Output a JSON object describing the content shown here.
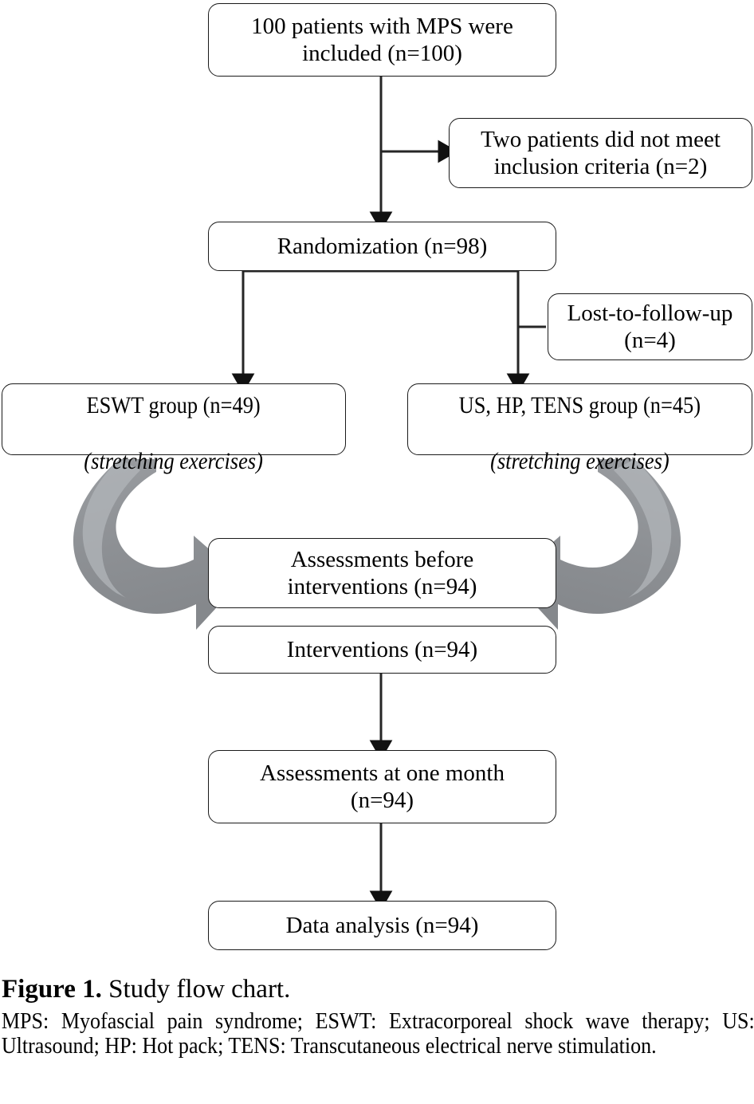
{
  "figure": {
    "caption_label": "Figure 1.",
    "caption_text": " Study flow chart.",
    "footnote": "MPS: Myofascial pain syndrome; ESWT: Extracorporeal shock wave therapy; US: Ultrasound; HP: Hot pack; TENS: Transcutaneous electrical nerve stimulation."
  },
  "colors": {
    "box_border": "#1a1a1a",
    "background": "#ffffff",
    "curved_arrow": "#8f9296",
    "curved_arrow_shadow": "#a8abaf",
    "connector": "#262626"
  },
  "chart_data": {
    "type": "diagram",
    "title": "Study flow chart",
    "nodes": [
      {
        "id": "included",
        "label": "100 patients with MPS were\nincluded (n=100)",
        "n": 100
      },
      {
        "id": "excluded",
        "label": "Two patients did not meet\ninclusion criteria (n=2)",
        "n": 2
      },
      {
        "id": "randomization",
        "label": "Randomization (n=98)",
        "n": 98
      },
      {
        "id": "lost",
        "label": "Lost-to-follow-up\n(n=4)",
        "n": 4
      },
      {
        "id": "eswt",
        "label": "ESWT group (n=49)",
        "sublabel": "(stretching exercises)",
        "n": 49
      },
      {
        "id": "ushptens",
        "label": "US, HP, TENS group (n=45)",
        "sublabel": "(stretching exercises)",
        "n": 45
      },
      {
        "id": "assess_before",
        "label": "Assessments before\ninterventions (n=94)",
        "n": 94
      },
      {
        "id": "interventions",
        "label": "Interventions (n=94)",
        "n": 94
      },
      {
        "id": "assess_month",
        "label": "Assessments at one month\n(n=94)",
        "n": 94
      },
      {
        "id": "data_analysis",
        "label": "Data analysis (n=94)",
        "n": 94
      }
    ],
    "edges": [
      {
        "from": "included",
        "to": "randomization",
        "style": "arrow"
      },
      {
        "from": "included",
        "to": "excluded",
        "style": "arrow"
      },
      {
        "from": "randomization",
        "to": "eswt",
        "style": "arrow"
      },
      {
        "from": "randomization",
        "to": "ushptens",
        "style": "arrow"
      },
      {
        "from": "randomization",
        "to": "lost",
        "style": "line"
      },
      {
        "from": "eswt",
        "to": "assess_before",
        "style": "curved-block-arrow"
      },
      {
        "from": "ushptens",
        "to": "assess_before",
        "style": "curved-block-arrow"
      },
      {
        "from": "interventions",
        "to": "assess_month",
        "style": "arrow"
      },
      {
        "from": "assess_month",
        "to": "data_analysis",
        "style": "arrow"
      }
    ]
  }
}
